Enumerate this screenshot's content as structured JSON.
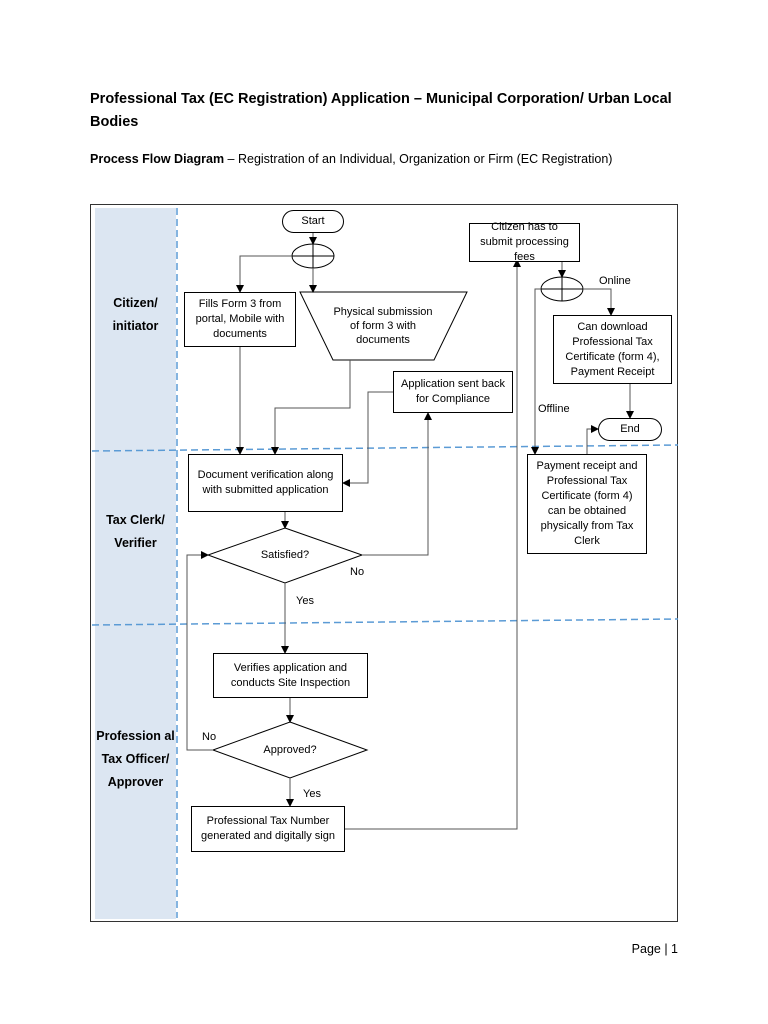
{
  "document": {
    "title": "Professional Tax (EC Registration) Application – Municipal Corporation/ Urban Local Bodies",
    "subtitle_bold": "Process Flow Diagram",
    "subtitle_rest": " – Registration of an Individual, Organization or Firm (EC Registration)",
    "page": "Page | 1"
  },
  "lanes": {
    "citizen": "Citizen/ initiator",
    "clerk": "Tax Clerk/ Verifier",
    "officer": "Profession al Tax Officer/ Approver"
  },
  "nodes": {
    "start": "Start",
    "fills_form": "Fills Form 3 from portal, Mobile with documents",
    "physical_submission": "Physical submission of form 3 with documents",
    "sent_back": "Application sent back for Compliance",
    "doc_verification": "Document verification along with submitted application",
    "satisfied": "Satisfied?",
    "verifies_site": "Verifies application and conducts Site Inspection",
    "approved": "Approved?",
    "tax_number": "Professional Tax Number generated and digitally sign",
    "processing_fees": "Citizen has to submit processing fees",
    "can_download": "Can download Professional Tax Certificate (form 4), Payment Receipt",
    "end": "End",
    "payment_receipt": "Payment receipt and Professional Tax Certificate (form 4) can be obtained physically from Tax Clerk"
  },
  "edge_labels": {
    "no_satisfied": "No",
    "yes_satisfied": "Yes",
    "no_approved": "No",
    "yes_approved": "Yes",
    "online": "Online",
    "offline": "Offline"
  },
  "colors": {
    "lane_fill": "#dce6f2",
    "lane_divider": "#5b9bd5",
    "line": "#555555"
  }
}
